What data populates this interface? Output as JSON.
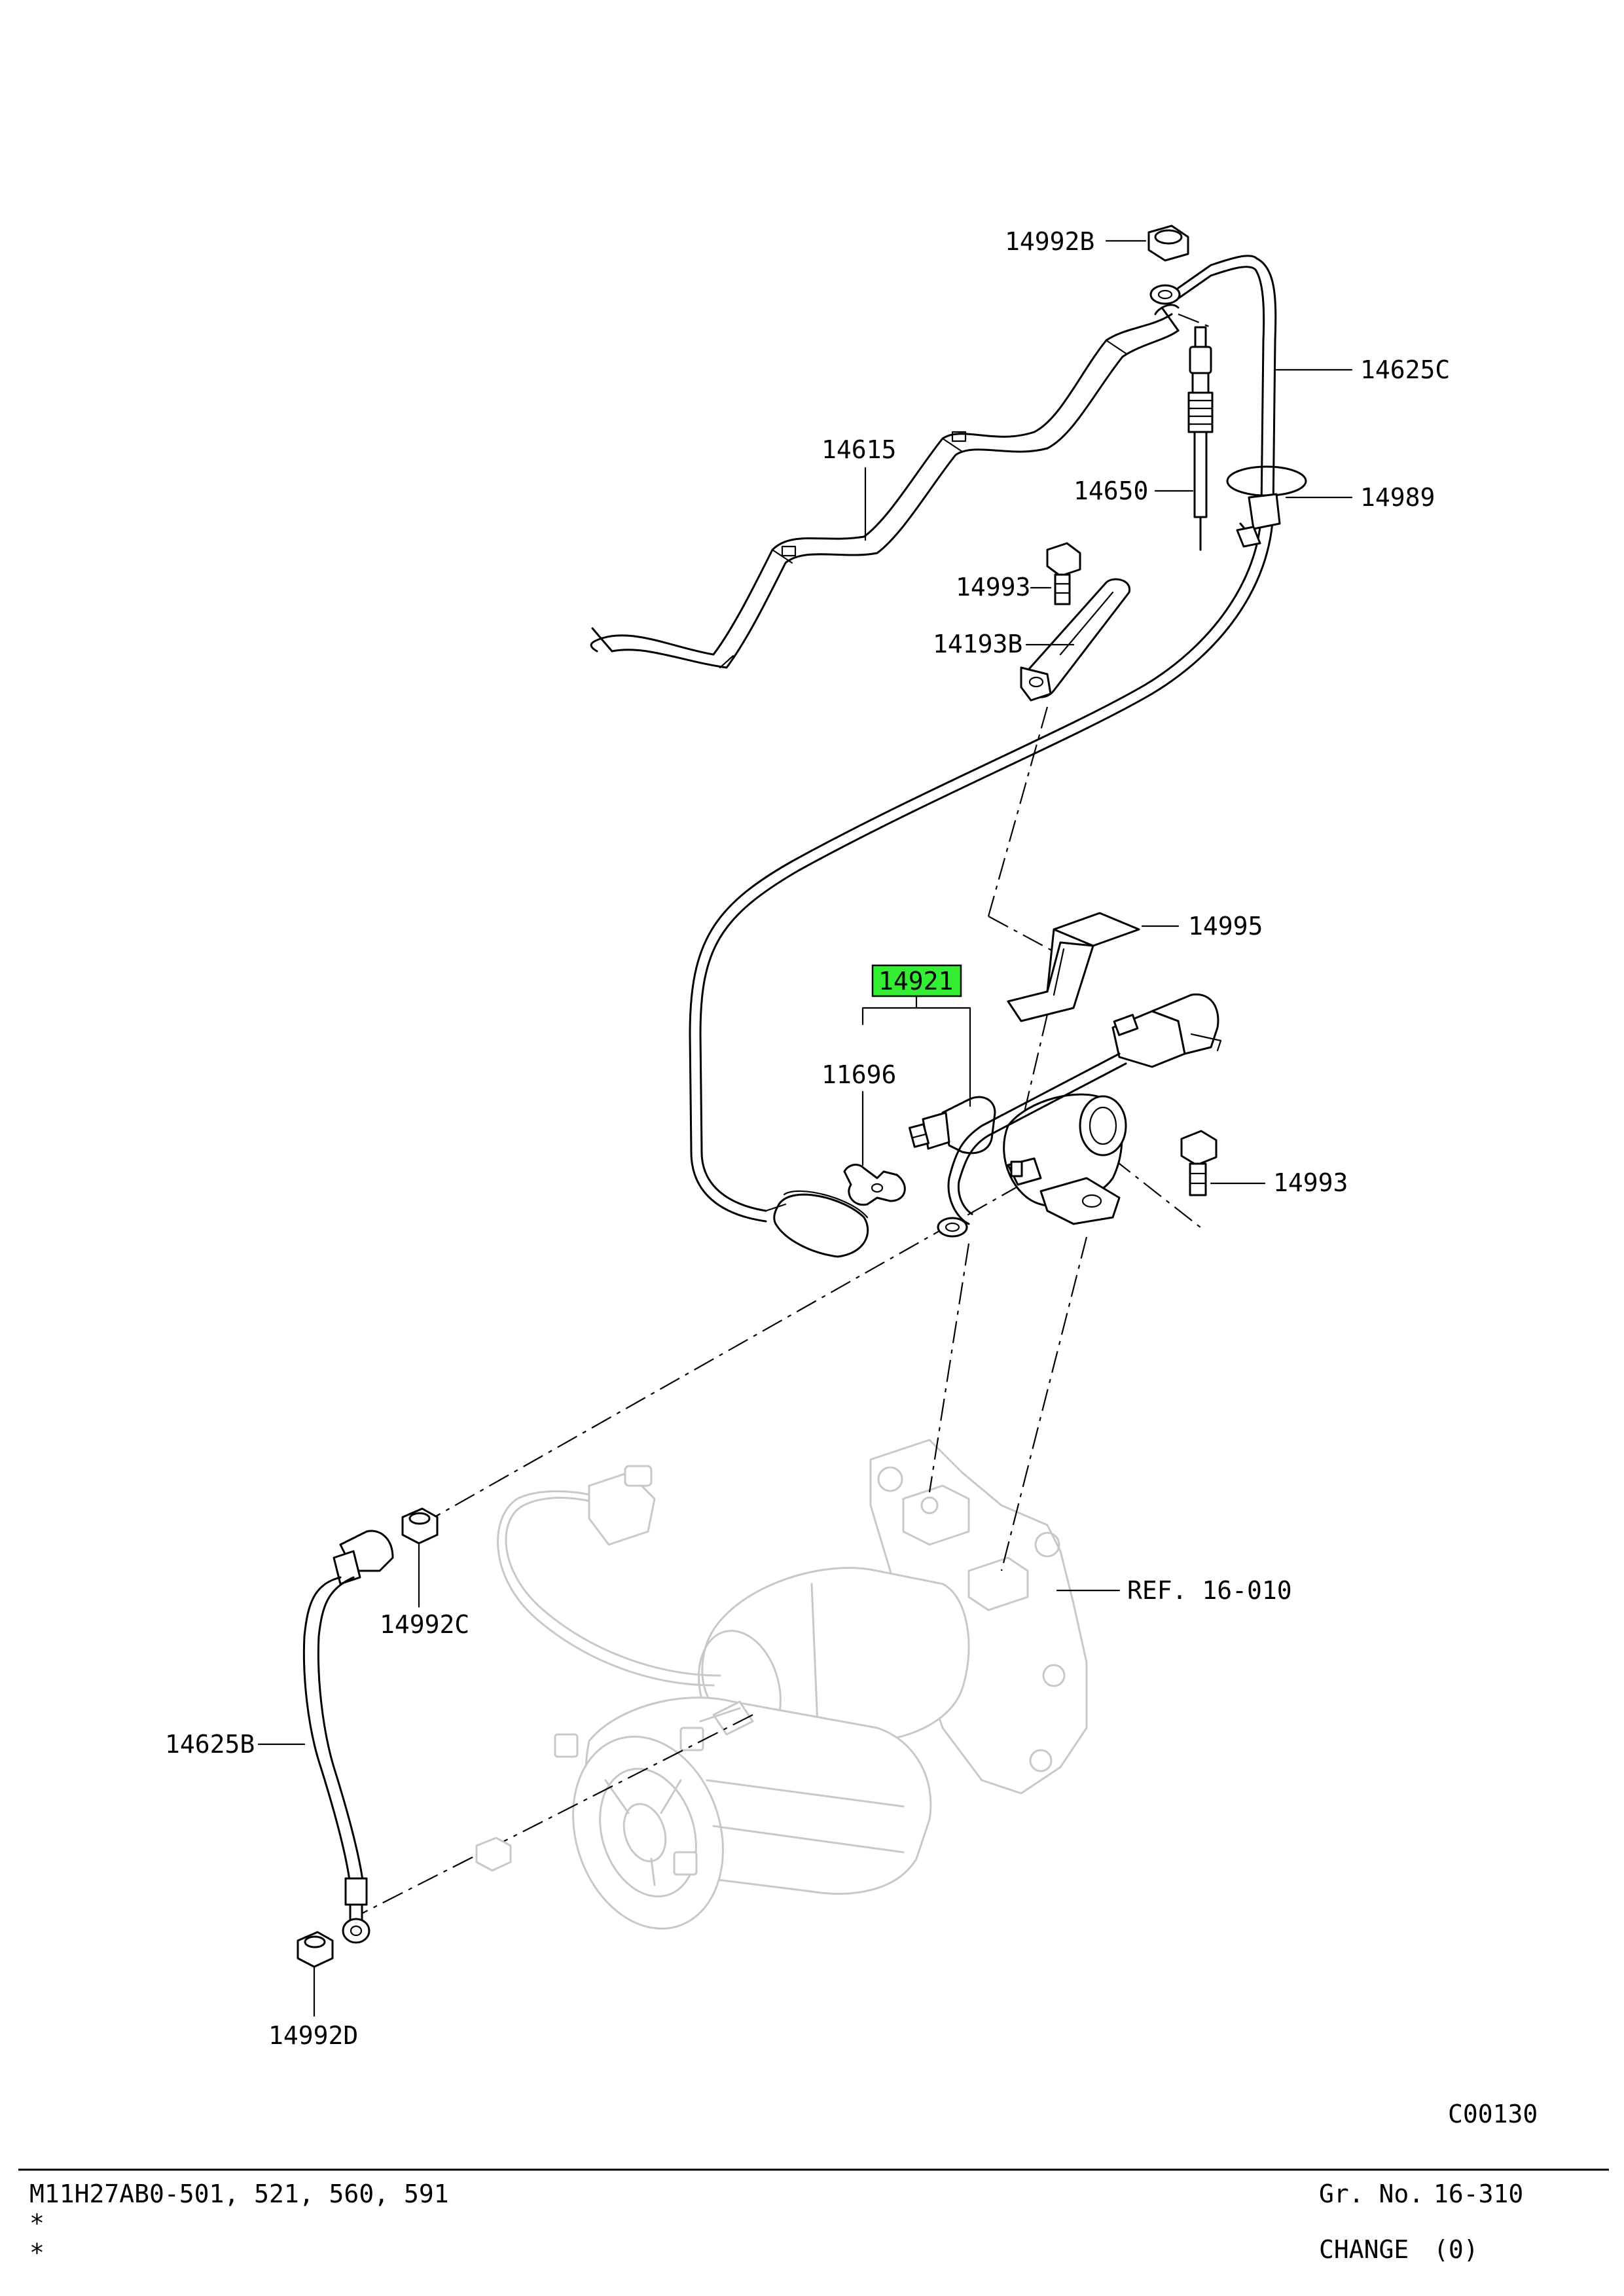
{
  "parts": {
    "p14992B": "14992B",
    "p14625C": "14625C",
    "p14615": "14615",
    "p14650": "14650",
    "p14989": "14989",
    "p14993_top": "14993",
    "p14193B": "14193B",
    "p14995": "14995",
    "p14921": "14921",
    "p11696": "11696",
    "p14993_mid": "14993",
    "ref": "REF. 16-010",
    "p14992C": "14992C",
    "p14625B": "14625B",
    "p14992D": "14992D"
  },
  "highlight_color": "#33ee33",
  "illustration_code": "C00130",
  "footer": {
    "model": "M11H27AB0-501, 521, 560, 591",
    "star1": "*",
    "star2": "*",
    "group_label": "Gr. No.",
    "group_value": "16-310",
    "change_label": "CHANGE",
    "change_value": "(0)"
  }
}
